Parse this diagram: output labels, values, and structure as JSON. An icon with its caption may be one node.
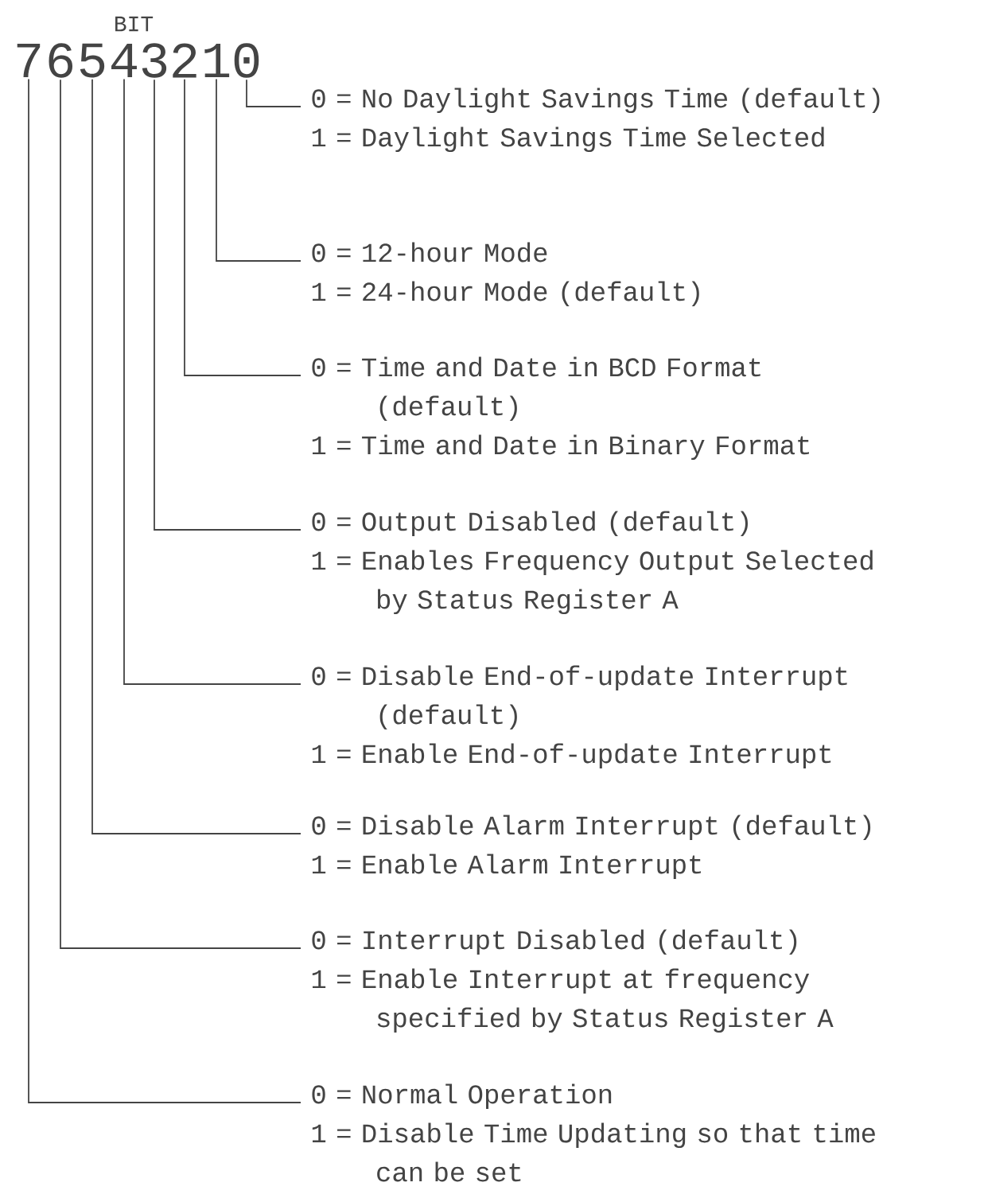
{
  "diagram": {
    "nodes": [
      {
        "text": [
          "7"
        ]
      },
      {
        "text": [
          "6"
        ]
      },
      {
        "text": [
          "5"
        ]
      },
      {
        "text": [
          "4"
        ]
      },
      {
        "text": [
          "3"
        ]
      },
      {
        "text": [
          "2"
        ]
      },
      {
        "text": [
          "1"
        ]
      },
      {
        "text": [
          "0"
        ]
      },
      {
        "text": [
          "0 = No Daylight Savings Time (default)",
          "1 = Daylight Savings Time Selected"
        ]
      },
      {
        "text": [
          "0 = 12-hour Mode",
          "1 = 24-hour Mode (default)"
        ]
      },
      {
        "text": [
          "0 = Time and Date in BCD Format (default)",
          "1 = Time and Date in Binary Format"
        ]
      },
      {
        "text": [
          "0 = Output Disabled (default)",
          "1 = Enables Frequency Output Selected by Status Register A"
        ]
      },
      {
        "text": [
          "0 = Disable End-of-update Interrupt (default)",
          "1 = Enable End-of-update Interrupt"
        ]
      },
      {
        "text": [
          "0 = Disable Alarm Interrupt (default)",
          "1 = Enable Alarm Interrupt"
        ]
      },
      {
        "text": [
          "0 = Interrupt Disabled (default)",
          "1 = Enable Interrupt at frequency specified by Status Register A"
        ]
      },
      {
        "text": [
          "0 = Normal Operation",
          "1 = Disable Time Updating so that time can be set"
        ]
      }
    ],
    "edges": [
      {
        "from": 7,
        "to": 8,
        "arrow": "none"
      },
      {
        "from": 6,
        "to": 9,
        "arrow": "none"
      },
      {
        "from": 5,
        "to": 10,
        "arrow": "none"
      },
      {
        "from": 4,
        "to": 11,
        "arrow": "none"
      },
      {
        "from": 3,
        "to": 12,
        "arrow": "none"
      },
      {
        "from": 2,
        "to": 13,
        "arrow": "none"
      },
      {
        "from": 1,
        "to": 14,
        "arrow": "none"
      },
      {
        "from": 0,
        "to": 15,
        "arrow": "none"
      }
    ],
    "labels": [
      "BIT"
    ]
  }
}
